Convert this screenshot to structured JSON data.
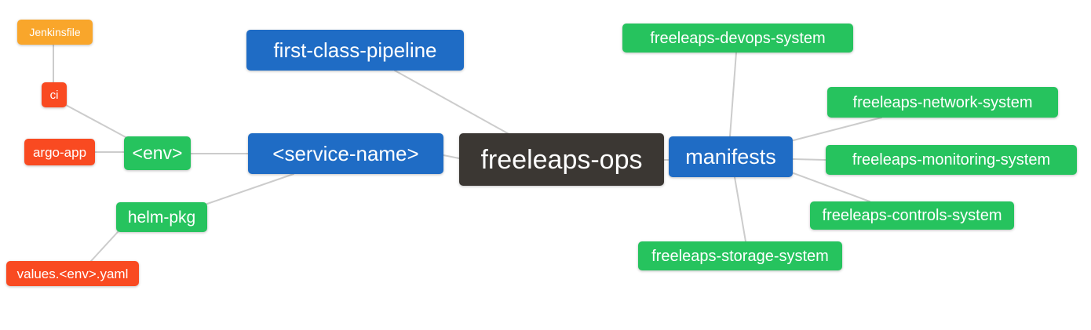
{
  "diagram": {
    "type": "mindmap",
    "background_color": "#ffffff",
    "connector_color": "#cccccc",
    "node_text_color": "#ffffff",
    "palette": {
      "blue": "#1f6cc5",
      "green": "#26c35e",
      "red": "#f94a21",
      "orange": "#f9a62b",
      "dark": "#3b3733"
    },
    "root_label": "freeleaps-ops",
    "nodes": [
      {
        "id": "jenkinsfile",
        "label": "Jenkinsfile",
        "color": "orange"
      },
      {
        "id": "ci",
        "label": "ci",
        "color": "red"
      },
      {
        "id": "argo-app",
        "label": "argo-app",
        "color": "red"
      },
      {
        "id": "env",
        "label": "<env>",
        "color": "green"
      },
      {
        "id": "helm-pkg",
        "label": "helm-pkg",
        "color": "green"
      },
      {
        "id": "values-env-yaml",
        "label": "values.<env>.yaml",
        "color": "red"
      },
      {
        "id": "first-class-pipeline",
        "label": "first-class-pipeline",
        "color": "blue"
      },
      {
        "id": "service-name",
        "label": "<service-name>",
        "color": "blue"
      },
      {
        "id": "freeleaps-ops",
        "label": "freeleaps-ops",
        "color": "dark"
      },
      {
        "id": "manifests",
        "label": "manifests",
        "color": "blue"
      },
      {
        "id": "freeleaps-devops-system",
        "label": "freeleaps-devops-system",
        "color": "green"
      },
      {
        "id": "freeleaps-network-system",
        "label": "freeleaps-network-system",
        "color": "green"
      },
      {
        "id": "freeleaps-monitoring-system",
        "label": "freeleaps-monitoring-system",
        "color": "green"
      },
      {
        "id": "freeleaps-controls-system",
        "label": "freeleaps-controls-system",
        "color": "green"
      },
      {
        "id": "freeleaps-storage-system",
        "label": "freeleaps-storage-system",
        "color": "green"
      }
    ],
    "edges": [
      {
        "from": "jenkinsfile",
        "to": "ci"
      },
      {
        "from": "ci",
        "to": "env"
      },
      {
        "from": "argo-app",
        "to": "env"
      },
      {
        "from": "env",
        "to": "service-name"
      },
      {
        "from": "helm-pkg",
        "to": "service-name"
      },
      {
        "from": "helm-pkg",
        "to": "values-env-yaml"
      },
      {
        "from": "first-class-pipeline",
        "to": "freeleaps-ops"
      },
      {
        "from": "service-name",
        "to": "freeleaps-ops"
      },
      {
        "from": "freeleaps-ops",
        "to": "manifests"
      },
      {
        "from": "manifests",
        "to": "freeleaps-devops-system"
      },
      {
        "from": "manifests",
        "to": "freeleaps-network-system"
      },
      {
        "from": "manifests",
        "to": "freeleaps-monitoring-system"
      },
      {
        "from": "manifests",
        "to": "freeleaps-controls-system"
      },
      {
        "from": "manifests",
        "to": "freeleaps-storage-system"
      }
    ]
  }
}
